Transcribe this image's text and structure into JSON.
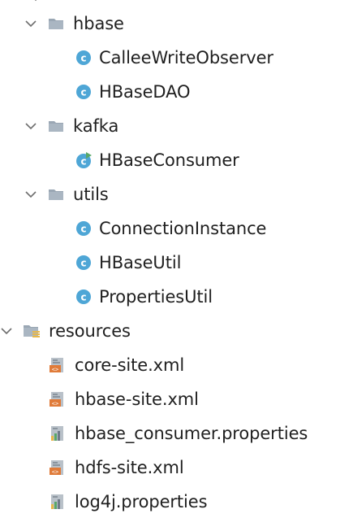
{
  "tree": {
    "rows": [
      {
        "label": "hbase",
        "kind": "folder",
        "expanded": true
      },
      {
        "label": "CalleeWriteObserver",
        "kind": "class"
      },
      {
        "label": "HBaseDAO",
        "kind": "class"
      },
      {
        "label": "kafka",
        "kind": "folder",
        "expanded": true
      },
      {
        "label": "HBaseConsumer",
        "kind": "runnable-class"
      },
      {
        "label": "utils",
        "kind": "folder",
        "expanded": true
      },
      {
        "label": "ConnectionInstance",
        "kind": "class"
      },
      {
        "label": "HBaseUtil",
        "kind": "class"
      },
      {
        "label": "PropertiesUtil",
        "kind": "class"
      },
      {
        "label": "resources",
        "kind": "resources-folder",
        "expanded": true
      },
      {
        "label": "core-site.xml",
        "kind": "xml-file"
      },
      {
        "label": "hbase-site.xml",
        "kind": "xml-file"
      },
      {
        "label": "hbase_consumer.properties",
        "kind": "properties-file"
      },
      {
        "label": "hdfs-site.xml",
        "kind": "xml-file"
      },
      {
        "label": "log4j.properties",
        "kind": "properties-file"
      }
    ]
  },
  "colors": {
    "folder": "#9aa7b4",
    "class_circle": "#4ea6d6",
    "runnable_arrow": "#59a869",
    "xml_orange": "#e07b39",
    "resources_stripe": "#e8b84a",
    "chevron": "#6e6e6e",
    "text": "#1f1f1f"
  }
}
